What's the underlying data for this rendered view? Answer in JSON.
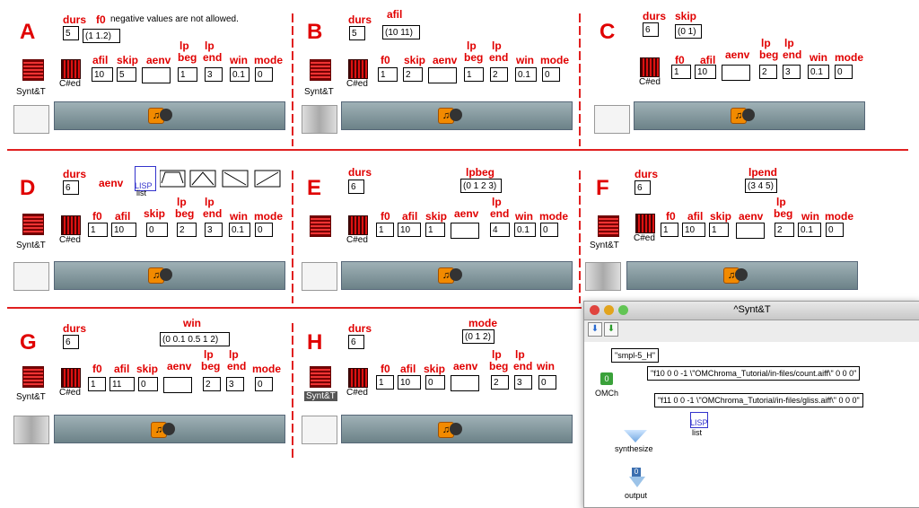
{
  "panels": {
    "A": {
      "letter": "A",
      "durs": "durs",
      "f0": "f0",
      "note": "negative values are not allowed.",
      "durs_val": "5",
      "f0_val": "(1 1.2)",
      "afil": "afil",
      "skip": "skip",
      "aenv": "aenv",
      "lp": "lp",
      "beg": "beg",
      "lp2": "lp",
      "end": "end",
      "win": "win",
      "mode": "mode",
      "v1": "10",
      "v2": "5",
      "v3": "1",
      "v4": "3",
      "v5": "0.1",
      "v6": "0",
      "synth": "Synt&T",
      "ced": "C#ed"
    },
    "B": {
      "letter": "B",
      "durs": "durs",
      "afil": "afil",
      "durs_val": "5",
      "afil_val": "(10 11)",
      "f0": "f0",
      "skip": "skip",
      "aenv": "aenv",
      "lp": "lp",
      "beg": "beg",
      "lp2": "lp",
      "end": "end",
      "win": "win",
      "mode": "mode",
      "v0": "1",
      "v1": "2",
      "v3": "1",
      "v4": "2",
      "v5": "0.1",
      "v6": "0",
      "synth": "Synt&T",
      "ced": "C#ed"
    },
    "C": {
      "letter": "C",
      "durs": "durs",
      "skip": "skip",
      "durs_val": "6",
      "skip_val": "(0 1)",
      "f0": "f0",
      "afil": "afil",
      "aenv": "aenv",
      "lp": "lp",
      "beg": "beg",
      "lp2": "lp",
      "end": "end",
      "win": "win",
      "mode": "mode",
      "v0": "1",
      "v1": "10",
      "v3": "2",
      "v4": "3",
      "v5": "0.1",
      "v6": "0",
      "ced": "C#ed"
    },
    "D": {
      "letter": "D",
      "durs": "durs",
      "aenv": "aenv",
      "durs_val": "6",
      "lisp": "LISP",
      "list": "list",
      "f0": "f0",
      "afil": "afil",
      "skip": "skip",
      "lp": "lp",
      "beg": "beg",
      "lp2": "lp",
      "end": "end",
      "win": "win",
      "mode": "mode",
      "v0": "1",
      "v1": "10",
      "v2": "0",
      "v3": "2",
      "v4": "3",
      "v5": "0.1",
      "v6": "0",
      "synth": "Synt&T",
      "ced": "C#ed"
    },
    "E": {
      "letter": "E",
      "durs": "durs",
      "lpbeg": "lpbeg",
      "durs_val": "6",
      "lpbeg_val": "(0 1 2 3)",
      "f0": "f0",
      "afil": "afil",
      "skip": "skip",
      "aenv": "aenv",
      "lp": "lp",
      "end": "end",
      "win": "win",
      "mode": "mode",
      "v0": "1",
      "v1": "10",
      "v2": "1",
      "v4": "4",
      "v5": "0.1",
      "v6": "0",
      "ced": "C#ed"
    },
    "F": {
      "letter": "F",
      "durs": "durs",
      "lpend": "lpend",
      "durs_val": "6",
      "lpend_val": "(3 4 5)",
      "f0": "f0",
      "afil": "afil",
      "skip": "skip",
      "aenv": "aenv",
      "lp": "lp",
      "beg": "beg",
      "win": "win",
      "mode": "mode",
      "v0": "1",
      "v1": "10",
      "v2": "1",
      "v3": "2",
      "v5": "0.1",
      "v6": "0",
      "synth": "Synt&T",
      "ced": "C#ed"
    },
    "G": {
      "letter": "G",
      "durs": "durs",
      "win": "win",
      "durs_val": "6",
      "win_val": "(0 0.1 0.5 1 2)",
      "f0": "f0",
      "afil": "afil",
      "skip": "skip",
      "aenv": "aenv",
      "lp": "lp",
      "beg": "beg",
      "lp2": "lp",
      "end": "end",
      "mode": "mode",
      "v0": "1",
      "v1": "11",
      "v2": "0",
      "v3": "2",
      "v4": "3",
      "v6": "0",
      "synth": "Synt&T",
      "ced": "C#ed"
    },
    "H": {
      "letter": "H",
      "durs": "durs",
      "mode": "mode",
      "durs_val": "6",
      "mode_val": "(0 1 2)",
      "f0": "f0",
      "afil": "afil",
      "skip": "skip",
      "aenv": "aenv",
      "lp": "lp",
      "beg": "beg",
      "lp2": "lp",
      "end": "end",
      "win": "win",
      "v0": "1",
      "v1": "10",
      "v2": "0",
      "v3": "2",
      "v4": "3",
      "v5": "0",
      "synth": "Synt&T",
      "ced": "C#ed"
    }
  },
  "window": {
    "title": "^Synt&T",
    "smpl": "\"smpl-5_H\"",
    "f10": "\"f10 0 0 -1 \\\"OMChroma_Tutorial/in-files/count.aiff\\\" 0 0 0\"",
    "f11": "\"f11 0 0 -1 \\\"OMChroma_Tutorial/in-files/gliss.aiff\\\" 0 0 0\"",
    "omch": "OMCh",
    "omch_badge": "0",
    "lisp": "LISP",
    "list": "list",
    "synthesize": "synthesize",
    "output": "output",
    "out_badge": "0"
  },
  "colors": {
    "accent_red": "#e00000",
    "separator": "#e02020",
    "player": "#7e959b"
  }
}
